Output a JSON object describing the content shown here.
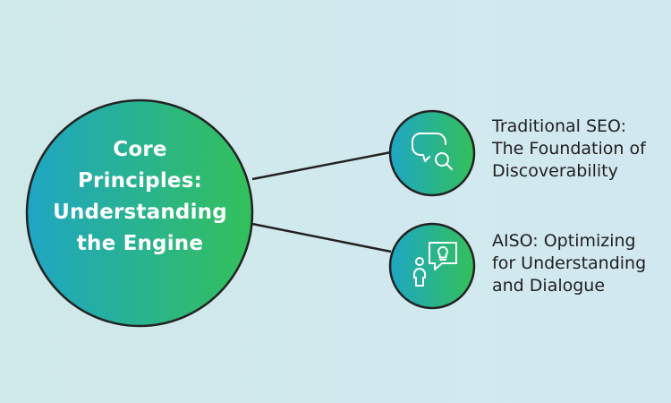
{
  "core": {
    "title": "Core\nPrinciples:\nUnderstanding\nthe Engine"
  },
  "nodes": [
    {
      "icon": "chat-bubble-search-icon",
      "label": "Traditional SEO:\nThe Foundation of\nDiscoverability"
    },
    {
      "icon": "person-idea-speech-icon",
      "label": "AISO: Optimizing\nfor Understanding\nand Dialogue"
    }
  ],
  "colors": {
    "gradient_start": "#1fa6c4",
    "gradient_end": "#33c05a",
    "outline": "#222222",
    "connector": "#222222",
    "label_text": "#1f1f1f",
    "core_text": "#ffffff"
  }
}
